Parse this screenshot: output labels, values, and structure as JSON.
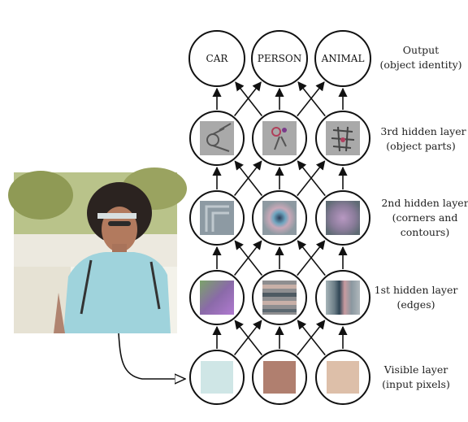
{
  "diagram": {
    "output_nodes": [
      "CAR",
      "PERSON",
      "ANIMAL"
    ],
    "layers": [
      {
        "key": "output",
        "line1": "Output",
        "line2": "(object identity)"
      },
      {
        "key": "hidden3",
        "line1": "3rd hidden layer",
        "line2": "(object parts)"
      },
      {
        "key": "hidden2",
        "line1": "2nd hidden layer",
        "line2": "(corners and",
        "line3": "contours)"
      },
      {
        "key": "hidden1",
        "line1": "1st hidden layer",
        "line2": "(edges)"
      },
      {
        "key": "visible",
        "line1": "Visible layer",
        "line2": "(input pixels)"
      }
    ],
    "input_pixel_colors": [
      "#cfe6e6",
      "#b07f6f",
      "#ddbfa9"
    ],
    "colors": {
      "node_stroke": "#111111",
      "arrow": "#111111",
      "photo_shirt": "#9fd3dc",
      "photo_background": "#f5f5ee"
    }
  }
}
